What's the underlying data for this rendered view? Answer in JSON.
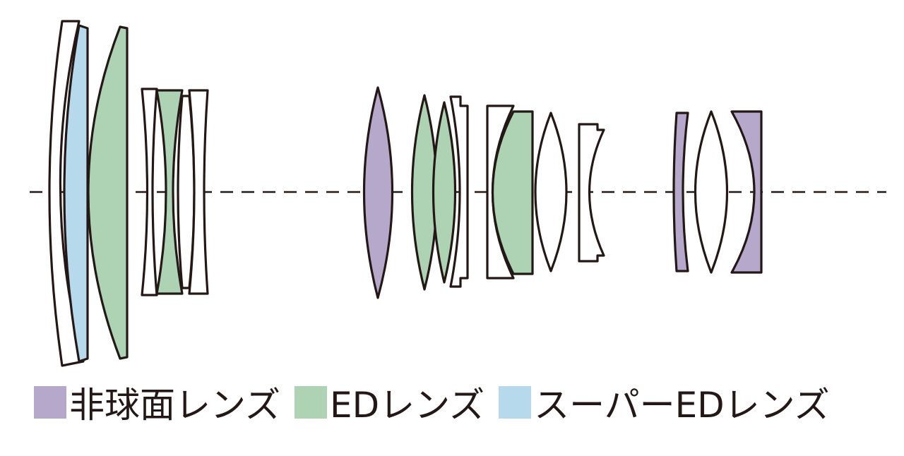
{
  "colors": {
    "aspherical": "#b5a8cb",
    "ed": "#aed3b4",
    "super_ed": "#b7d9ec",
    "standard": "#ffffff",
    "outline": "#231815"
  },
  "legend": [
    {
      "type": "aspherical",
      "label": "非球面レンズ"
    },
    {
      "type": "ed",
      "label": "EDレンズ"
    },
    {
      "type": "super_ed",
      "label": "スーパーEDレンズ"
    }
  ]
}
